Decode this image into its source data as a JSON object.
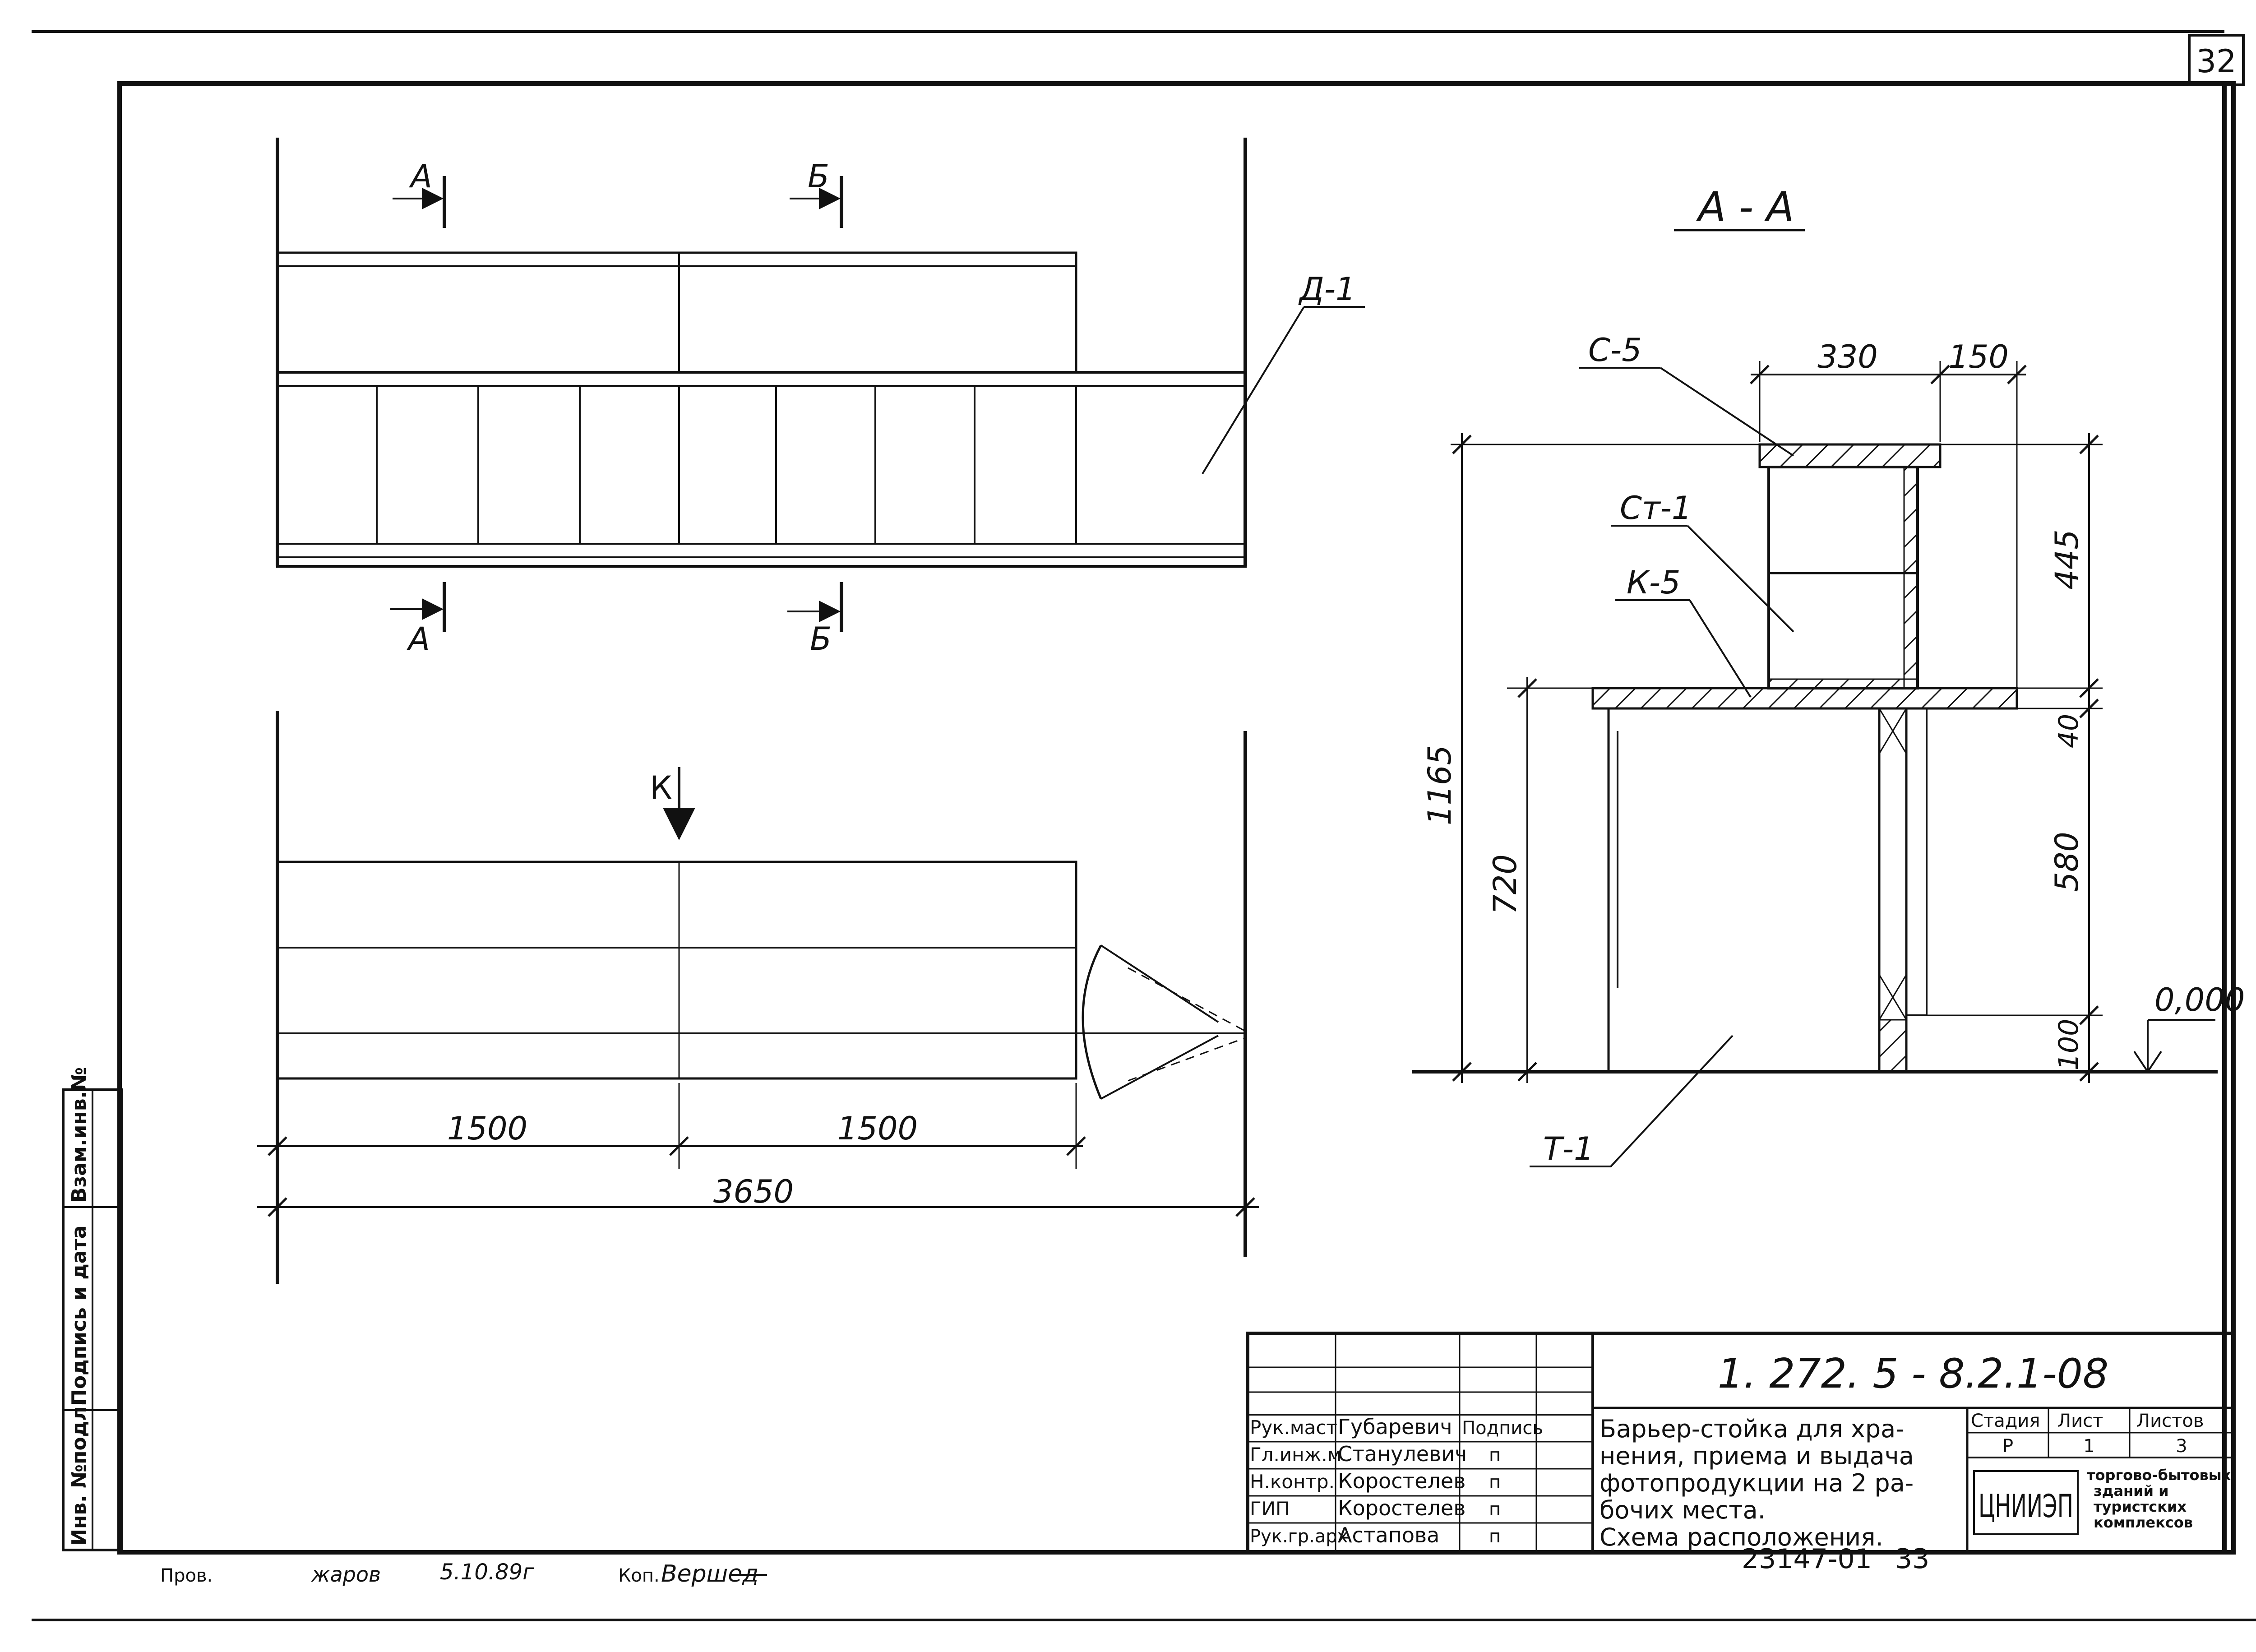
{
  "sheet": {
    "page_number": "32",
    "designation": "1. 272. 5 - 8.2.1-08",
    "archive_code": "23147-01",
    "archive_page": "33"
  },
  "side_strip": {
    "vzam_inv": "Взам.инв.№",
    "podpis_data": "Подпись и дата",
    "inv_podl": "Инв. №подл."
  },
  "plan": {
    "section_a": "А",
    "section_b": "Б",
    "callout_d1": "Д-1",
    "view_k": "К",
    "dims": {
      "left": "1500",
      "right": "1500",
      "total": "3650"
    }
  },
  "section_aa": {
    "title": "А - А",
    "labels": {
      "c5": "С-5",
      "st1": "Ст-1",
      "k5": "К-5",
      "t1": "Т-1"
    },
    "dims": {
      "top_width": "330",
      "top_overhang": "150",
      "h_shelf": "445",
      "h_top": "40",
      "h_body": "580",
      "h_plinth": "100",
      "h_total": "1165",
      "h_counter": "720"
    },
    "level": "0,000"
  },
  "title_block": {
    "roles": [
      {
        "role": "Рук.маст",
        "name": "Губаревич",
        "sign": "Подпись"
      },
      {
        "role": "Гл.инж.м",
        "name": "Станулевич",
        "sign": "п"
      },
      {
        "role": "Н.контр.",
        "name": "Коростелев",
        "sign": "п"
      },
      {
        "role": "ГИП",
        "name": "Коростелев",
        "sign": "п"
      },
      {
        "role": "Рук.гр.арх",
        "name": "Астапова",
        "sign": "п"
      }
    ],
    "title_lines": [
      "Барьер-стойка для хра-",
      "нения, приема и выдача",
      "фотопродукции на 2 ра-",
      "бочих места.",
      "Схема расположения."
    ],
    "headers": {
      "stage": "Стадия",
      "sheet": "Лист",
      "sheets": "Листов"
    },
    "values": {
      "stage": "Р",
      "sheet": "1",
      "sheets": "3"
    },
    "org_logo": "ЦНИИЭП",
    "org_name": [
      "торгово-бытовых",
      "зданий и",
      "туристских",
      "комплексов"
    ]
  },
  "bottom": {
    "checked_label": "Пров.",
    "checked_signature": "жаров",
    "checked_date": "5.10.89г",
    "copied_label": "Коп.",
    "copied_signature": "Вершед"
  }
}
